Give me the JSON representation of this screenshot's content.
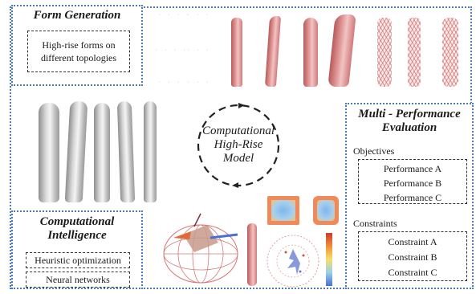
{
  "form_generation": {
    "title": "Form Generation",
    "box_line1": "High-rise forms on",
    "box_line2": "different topologies"
  },
  "center": {
    "line1": "Computational",
    "line2": "High-Rise",
    "line3": "Model"
  },
  "multi_performance": {
    "title_line1": "Multi - Performance",
    "title_line2": "Evaluation",
    "objectives_label": "Objectives",
    "objectives": [
      "Performance  A",
      "Performance  B",
      "Performance  C"
    ],
    "constraints_label": "Constraints",
    "constraints": [
      "Constraint A",
      "Constraint B",
      "Constraint C"
    ]
  },
  "computational_intelligence": {
    "title_line1": "Computational",
    "title_line2": "Intelligence",
    "items": [
      "Heuristic optimization",
      "Neural networks"
    ]
  },
  "colors": {
    "panel_border": "#4a7bc0",
    "tower_red": "#d88080",
    "tower_grey": "#bdbdbd"
  }
}
